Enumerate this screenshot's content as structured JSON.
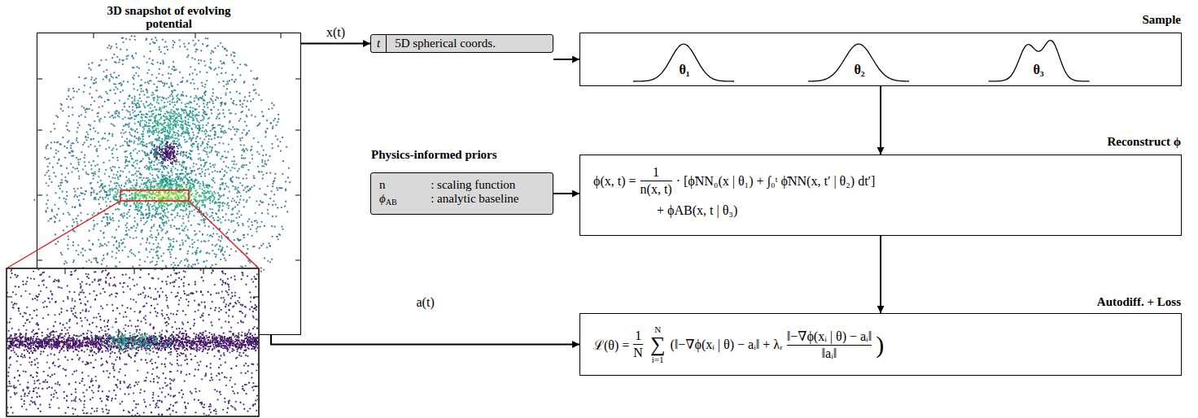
{
  "diagram": {
    "nodes": [
      {
        "text": [
          "3D snapshot of evolving potential"
        ]
      },
      {
        "text": [
          "t",
          "5D spherical coords."
        ]
      },
      {
        "text": [
          "Sample",
          "θ₁",
          "θ₂",
          "θ₃"
        ]
      },
      {
        "text": [
          "Physics-informed priors",
          "n",
          ": scaling function",
          "ϕ",
          "AB",
          ": analytic baseline"
        ]
      },
      {
        "text": [
          "Reconstruct ϕ",
          "ϕ(x, t) =",
          "1",
          "n(x, t)",
          "·",
          "[ϕ̃NN₀(x | θ₁) + ∫₀ᵗ ϕ̃̇NN(x, t′ | θ₂) dt′]",
          "+ ϕAB(x, t | θ₃)"
        ]
      },
      {
        "text": [
          "Autodiff. + Loss",
          "ℒ(θ) =",
          "1",
          "N",
          "N",
          "∑",
          "i=1",
          "(‖−∇ϕ(xᵢ | θ) − aᵢ‖ + λᵣ",
          "‖−∇ϕ(xᵢ | θ) − aᵢ‖",
          "‖aᵢ‖",
          ")"
        ]
      }
    ],
    "edges": [
      {
        "from": 0,
        "to": 1,
        "label": "x(t)",
        "arrow": "to"
      },
      {
        "from": 1,
        "to": 2,
        "arrow": "to"
      },
      {
        "from": 2,
        "to": 4,
        "arrow": "to"
      },
      {
        "from": 3,
        "to": 4,
        "arrow": "to"
      },
      {
        "from": 4,
        "to": 5,
        "arrow": "to"
      },
      {
        "from": 0,
        "to": 5,
        "label": "a(t)",
        "arrow": "to"
      }
    ]
  }
}
